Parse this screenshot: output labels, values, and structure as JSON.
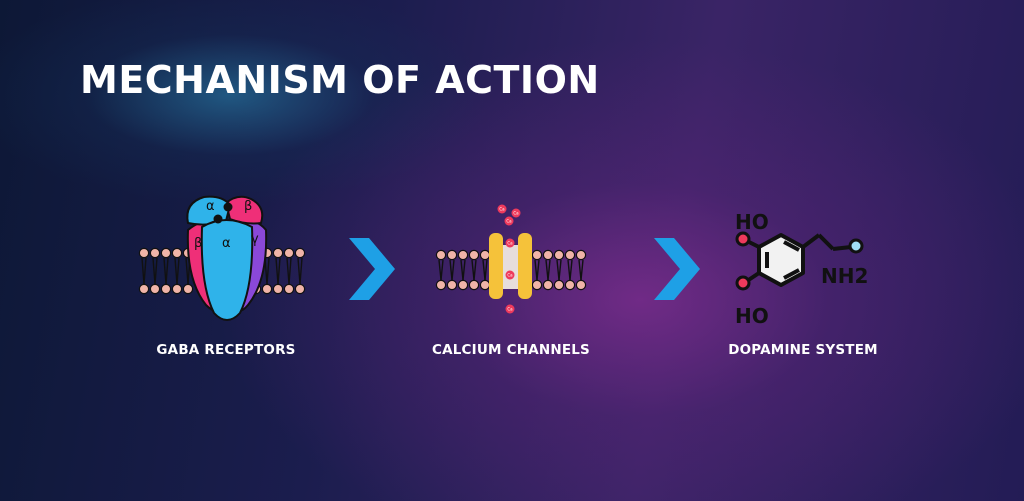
{
  "title": "MECHANISM OF ACTION",
  "steps": [
    {
      "label": "GABA RECEPTORS",
      "icon": "gaba-receptor-icon",
      "subunits": [
        "α",
        "β",
        "β",
        "α",
        "γ"
      ]
    },
    {
      "label": "CALCIUM CHANNELS",
      "icon": "calcium-channel-icon",
      "ion": "Ca"
    },
    {
      "label": "DOPAMINE SYSTEM",
      "icon": "dopamine-molecule-icon",
      "groups": [
        "HO",
        "NH2",
        "HO"
      ]
    }
  ],
  "colors": {
    "arrow": "#1ea0e6",
    "membrane_head": "#f0b4a8",
    "subunit_blue": "#2fb3ea",
    "subunit_pink": "#ef2f78",
    "subunit_purple": "#8a48d8",
    "channel_yellow": "#f5c23a",
    "ion_red": "#ee3a5c"
  }
}
